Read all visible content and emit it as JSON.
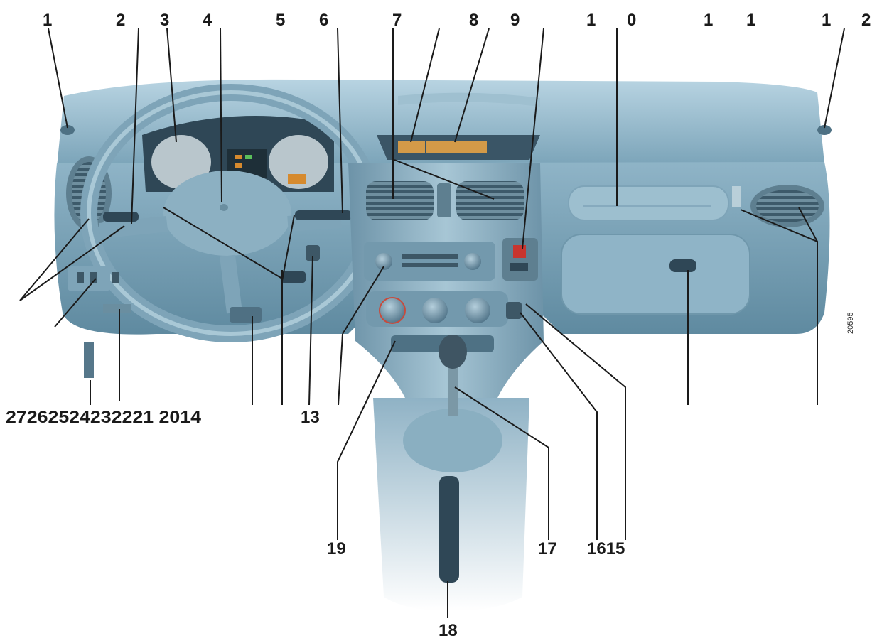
{
  "figure": {
    "image_code": "20595",
    "callouts_top": [
      "1",
      "2",
      "3",
      "4",
      "5",
      "6",
      "7",
      "8",
      "9",
      "1",
      "0",
      "1",
      "1",
      "1",
      "2"
    ],
    "callouts_bottom_left": "27262524232221 2014",
    "callouts_bottom": [
      "13",
      "19",
      "17",
      "1615",
      "18"
    ]
  }
}
